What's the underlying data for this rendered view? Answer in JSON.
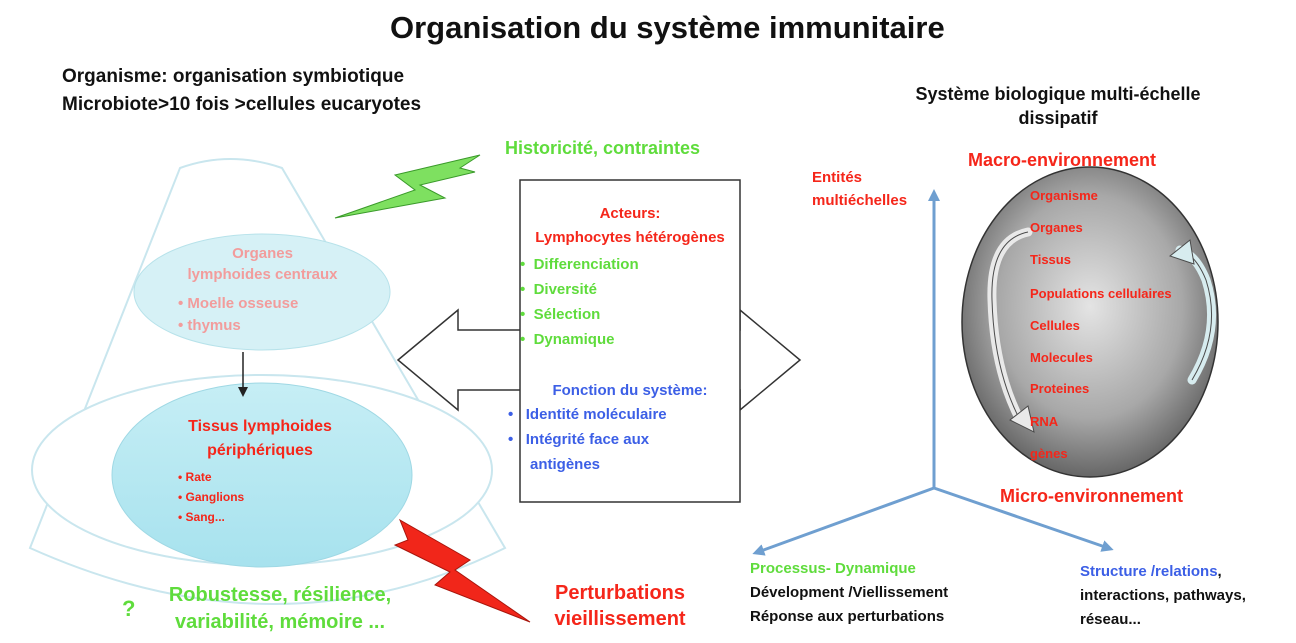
{
  "title": "Organisation du système immunitaire",
  "left_header": {
    "line1": "Organisme: organisation symbiotique",
    "line2": "Microbiote>10 fois >cellules eucaryotes"
  },
  "right_header": {
    "line1": "Système biologique multi-échelle",
    "line2": "dissipatif"
  },
  "historicite": "Historicité, contraintes",
  "central_organs": {
    "line1": "Organes",
    "line2": "lymphoides centraux",
    "items": [
      "Moelle osseuse",
      "thymus"
    ]
  },
  "peripheral_tissues": {
    "line1": "Tissus lymphoides",
    "line2": "périphériques",
    "items": [
      "Rate",
      "Ganglions",
      "Sang..."
    ]
  },
  "box": {
    "actors_line1": "Acteurs:",
    "actors_line2": "Lymphocytes hétérogènes",
    "actor_items": [
      "Differenciation",
      "Diversité",
      "Sélection",
      "Dynamique"
    ],
    "function_title": "Fonction du système:",
    "function_items": [
      "Identité moléculaire",
      "Intégrité face aux",
      "antigènes"
    ]
  },
  "perturbations": {
    "line1": "Perturbations",
    "line2": "vieillissement"
  },
  "robustesse": {
    "question": "?",
    "line1": "Robustesse, résilience,",
    "line2": "variabilité, mémoire ..."
  },
  "entites": {
    "line1": "Entités",
    "line2": "multiéchelles"
  },
  "macro_env": "Macro-environnement",
  "micro_env": "Micro-environnement",
  "scale_levels": [
    "Organisme",
    "Organes",
    "Tissus",
    "Populations cellulaires",
    "Cellules",
    "Molecules",
    "Proteines",
    "RNA",
    "gènes"
  ],
  "processus": {
    "line1": "Processus- Dynamique",
    "line2": "Dévelopment /Viellissement",
    "line3": "Réponse aux perturbations"
  },
  "structure": {
    "line1_blue": "Structure /relations",
    "line1_black": ",",
    "line2": "interactions, pathways,",
    "line3": "réseau..."
  },
  "colors": {
    "green": "#5fdc3c",
    "red": "#f5261a",
    "pink": "#f29c9c",
    "blue": "#3c5fe6",
    "axis": "#6f9fd0"
  }
}
